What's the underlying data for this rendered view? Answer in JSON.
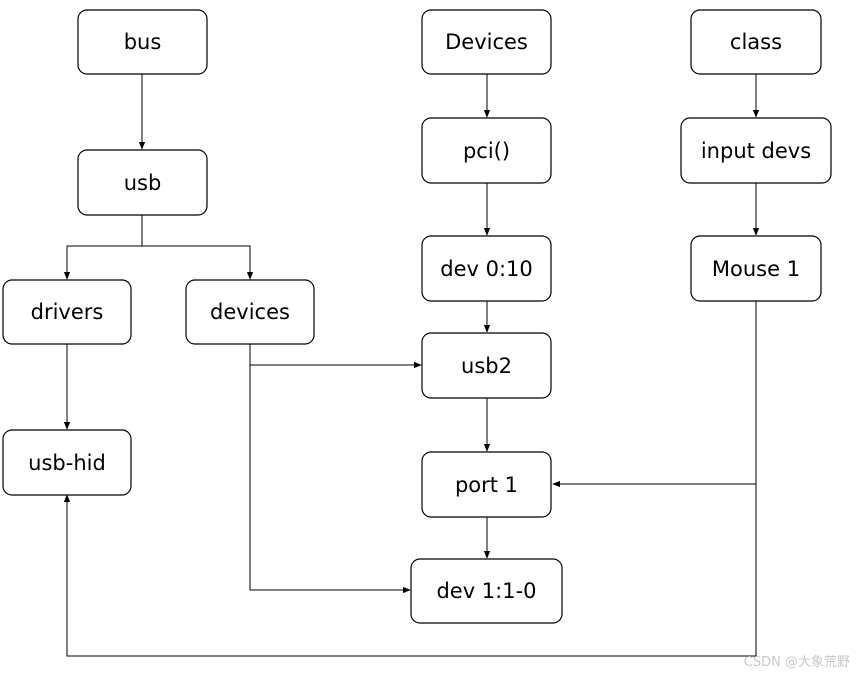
{
  "nodes": {
    "bus": "bus",
    "usb": "usb",
    "drivers": "drivers",
    "devices_lower": "devices",
    "usb_hid": "usb-hid",
    "Devices": "Devices",
    "pci": "pci()",
    "dev_0_10": "dev 0:10",
    "usb2": "usb2",
    "port1": "port 1",
    "dev_1_1_0": "dev 1:1-0",
    "class": "class",
    "input_devs": "input devs",
    "mouse1": "Mouse 1"
  },
  "edges": [
    [
      "bus",
      "usb"
    ],
    [
      "usb",
      "drivers"
    ],
    [
      "usb",
      "devices_lower"
    ],
    [
      "drivers",
      "usb_hid"
    ],
    [
      "devices_lower",
      "usb2"
    ],
    [
      "devices_lower",
      "dev_1_1_0"
    ],
    [
      "Devices",
      "pci"
    ],
    [
      "pci",
      "dev_0_10"
    ],
    [
      "dev_0_10",
      "usb2"
    ],
    [
      "usb2",
      "port1"
    ],
    [
      "port1",
      "dev_1_1_0"
    ],
    [
      "class",
      "input_devs"
    ],
    [
      "input_devs",
      "mouse1"
    ],
    [
      "mouse1",
      "port1"
    ],
    [
      "mouse1",
      "usb_hid"
    ]
  ],
  "watermark": "CSDN @大象荒野"
}
